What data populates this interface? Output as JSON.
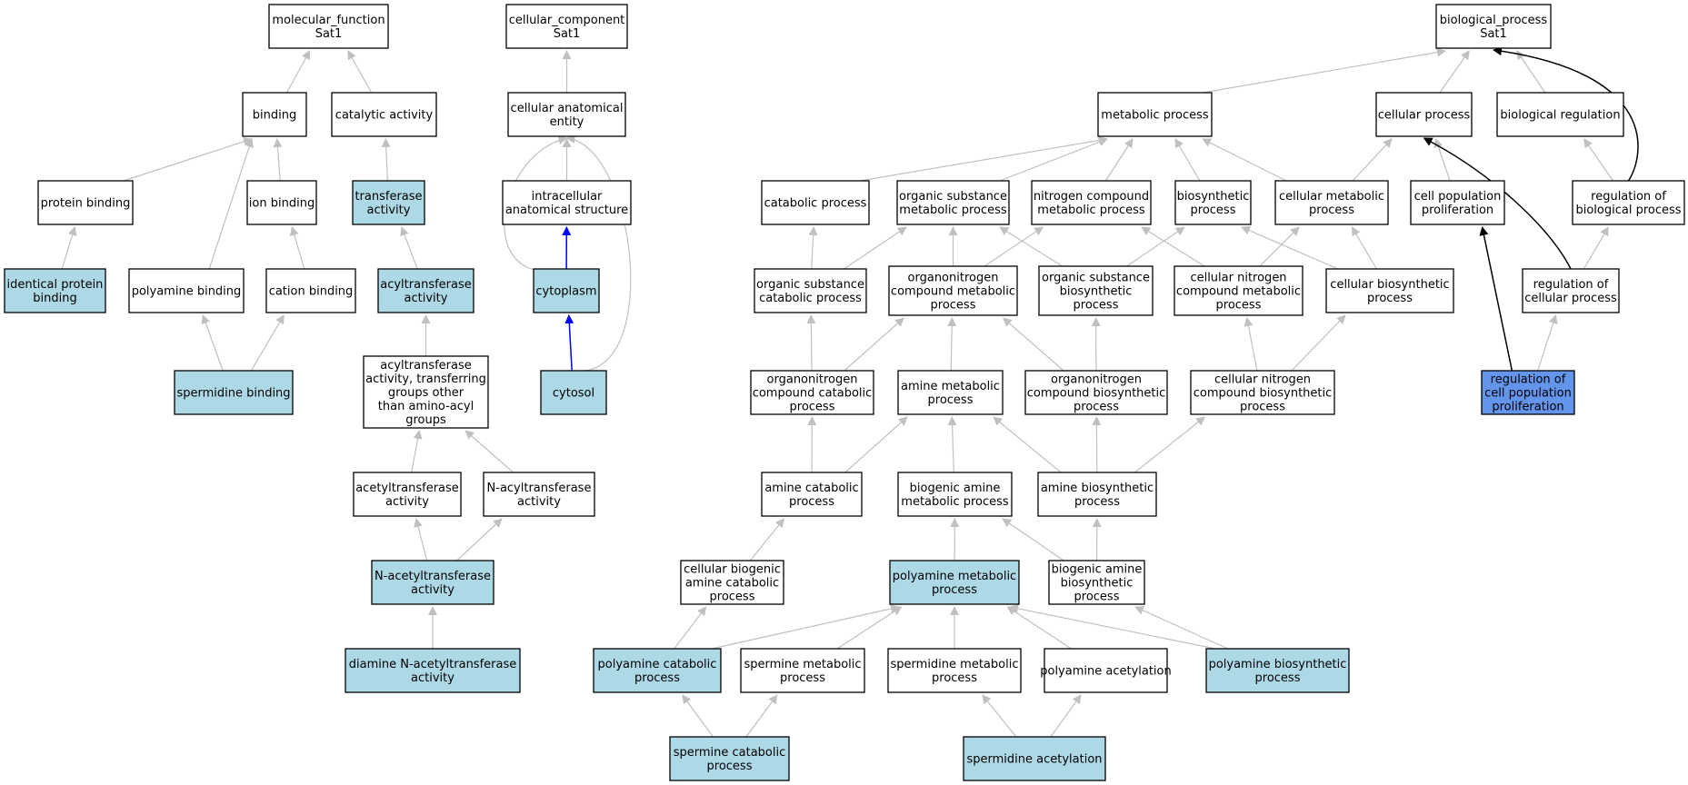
{
  "colors": {
    "plain_fill": "#ffffff",
    "annotated_fill": "#add8e6",
    "highlight_fill": "#6495ed",
    "gray_edge": "#c0c0c0",
    "blue_edge": "#0000ff",
    "black_edge": "#000000"
  },
  "nodes": [
    {
      "id": "mf",
      "lines": [
        "molecular_function",
        "Sat1"
      ],
      "style": "plain"
    },
    {
      "id": "binding",
      "lines": [
        "binding"
      ],
      "style": "plain"
    },
    {
      "id": "catalytic",
      "lines": [
        "catalytic activity"
      ],
      "style": "plain"
    },
    {
      "id": "protein_binding",
      "lines": [
        "protein binding"
      ],
      "style": "plain"
    },
    {
      "id": "ion_binding",
      "lines": [
        "ion binding"
      ],
      "style": "plain"
    },
    {
      "id": "transferase",
      "lines": [
        "transferase",
        "activity"
      ],
      "style": "annotated"
    },
    {
      "id": "identical_protein",
      "lines": [
        "identical protein",
        "binding"
      ],
      "style": "annotated"
    },
    {
      "id": "polyamine_binding",
      "lines": [
        "polyamine binding"
      ],
      "style": "plain"
    },
    {
      "id": "cation_binding",
      "lines": [
        "cation binding"
      ],
      "style": "plain"
    },
    {
      "id": "acyltransferase",
      "lines": [
        "acyltransferase",
        "activity"
      ],
      "style": "annotated"
    },
    {
      "id": "spermidine_binding",
      "lines": [
        "spermidine binding"
      ],
      "style": "annotated"
    },
    {
      "id": "acyl_other",
      "lines": [
        "acyltransferase",
        "activity, transferring",
        "groups other",
        "than amino-acyl",
        "groups"
      ],
      "style": "plain"
    },
    {
      "id": "acetyltransferase",
      "lines": [
        "acetyltransferase",
        "activity"
      ],
      "style": "plain"
    },
    {
      "id": "n_acyltransferase",
      "lines": [
        "N-acyltransferase",
        "activity"
      ],
      "style": "plain"
    },
    {
      "id": "n_acetyltransferase",
      "lines": [
        "N-acetyltransferase",
        "activity"
      ],
      "style": "annotated"
    },
    {
      "id": "diamine",
      "lines": [
        "diamine N-acetyltransferase",
        "activity"
      ],
      "style": "annotated"
    },
    {
      "id": "cc",
      "lines": [
        "cellular_component",
        "Sat1"
      ],
      "style": "plain"
    },
    {
      "id": "cell_anat",
      "lines": [
        "cellular anatomical",
        "entity"
      ],
      "style": "plain"
    },
    {
      "id": "intracellular",
      "lines": [
        "intracellular",
        "anatomical structure"
      ],
      "style": "plain"
    },
    {
      "id": "cytoplasm",
      "lines": [
        "cytoplasm"
      ],
      "style": "annotated"
    },
    {
      "id": "cytosol",
      "lines": [
        "cytosol"
      ],
      "style": "annotated"
    },
    {
      "id": "bp",
      "lines": [
        "biological_process",
        "Sat1"
      ],
      "style": "plain"
    },
    {
      "id": "metabolic",
      "lines": [
        "metabolic process"
      ],
      "style": "plain"
    },
    {
      "id": "cellular_process",
      "lines": [
        "cellular process"
      ],
      "style": "plain"
    },
    {
      "id": "bio_reg",
      "lines": [
        "biological regulation"
      ],
      "style": "plain"
    },
    {
      "id": "catabolic",
      "lines": [
        "catabolic process"
      ],
      "style": "plain"
    },
    {
      "id": "org_sub_met",
      "lines": [
        "organic substance",
        "metabolic process"
      ],
      "style": "plain"
    },
    {
      "id": "nitrogen_comp",
      "lines": [
        "nitrogen compound",
        "metabolic process"
      ],
      "style": "plain"
    },
    {
      "id": "biosynthetic",
      "lines": [
        "biosynthetic",
        "process"
      ],
      "style": "plain"
    },
    {
      "id": "cell_met",
      "lines": [
        "cellular metabolic",
        "process"
      ],
      "style": "plain"
    },
    {
      "id": "cell_pop",
      "lines": [
        "cell population",
        "proliferation"
      ],
      "style": "plain"
    },
    {
      "id": "reg_bio",
      "lines": [
        "regulation of",
        "biological process"
      ],
      "style": "plain"
    },
    {
      "id": "org_sub_cat",
      "lines": [
        "organic substance",
        "catabolic process"
      ],
      "style": "plain"
    },
    {
      "id": "organonitrogen",
      "lines": [
        "organonitrogen",
        "compound metabolic",
        "process"
      ],
      "style": "plain"
    },
    {
      "id": "org_sub_bios",
      "lines": [
        "organic substance",
        "biosynthetic",
        "process"
      ],
      "style": "plain"
    },
    {
      "id": "cell_nitrogen",
      "lines": [
        "cellular nitrogen",
        "compound metabolic",
        "process"
      ],
      "style": "plain"
    },
    {
      "id": "cell_bios",
      "lines": [
        "cellular biosynthetic",
        "process"
      ],
      "style": "plain"
    },
    {
      "id": "reg_cell",
      "lines": [
        "regulation of",
        "cellular process"
      ],
      "style": "plain"
    },
    {
      "id": "orgn_cat",
      "lines": [
        "organonitrogen",
        "compound catabolic",
        "process"
      ],
      "style": "plain"
    },
    {
      "id": "amine_met",
      "lines": [
        "amine metabolic",
        "process"
      ],
      "style": "plain"
    },
    {
      "id": "orgn_bios",
      "lines": [
        "organonitrogen",
        "compound biosynthetic",
        "process"
      ],
      "style": "plain"
    },
    {
      "id": "cell_n_bios",
      "lines": [
        "cellular nitrogen",
        "compound biosynthetic",
        "process"
      ],
      "style": "plain"
    },
    {
      "id": "reg_cell_pop",
      "lines": [
        "regulation of",
        "cell population",
        "proliferation"
      ],
      "style": "highlight"
    },
    {
      "id": "amine_cat",
      "lines": [
        "amine catabolic",
        "process"
      ],
      "style": "plain"
    },
    {
      "id": "biogenic_met",
      "lines": [
        "biogenic amine",
        "metabolic process"
      ],
      "style": "plain"
    },
    {
      "id": "amine_bios",
      "lines": [
        "amine biosynthetic",
        "process"
      ],
      "style": "plain"
    },
    {
      "id": "cell_biogenic_cat",
      "lines": [
        "cellular biogenic",
        "amine catabolic",
        "process"
      ],
      "style": "plain"
    },
    {
      "id": "polyamine_met",
      "lines": [
        "polyamine metabolic",
        "process"
      ],
      "style": "annotated"
    },
    {
      "id": "biogenic_bios",
      "lines": [
        "biogenic amine",
        "biosynthetic",
        "process"
      ],
      "style": "plain"
    },
    {
      "id": "polyamine_cat",
      "lines": [
        "polyamine catabolic",
        "process"
      ],
      "style": "annotated"
    },
    {
      "id": "spermine_met",
      "lines": [
        "spermine metabolic",
        "process"
      ],
      "style": "plain"
    },
    {
      "id": "spermidine_met",
      "lines": [
        "spermidine metabolic",
        "process"
      ],
      "style": "plain"
    },
    {
      "id": "polyamine_acet",
      "lines": [
        "polyamine acetylation"
      ],
      "style": "plain"
    },
    {
      "id": "polyamine_bios",
      "lines": [
        "polyamine biosynthetic",
        "process"
      ],
      "style": "annotated"
    },
    {
      "id": "spermine_cat",
      "lines": [
        "spermine catabolic",
        "process"
      ],
      "style": "annotated"
    },
    {
      "id": "spermidine_acet",
      "lines": [
        "spermidine acetylation"
      ],
      "style": "annotated"
    }
  ],
  "edges": [
    {
      "from": "binding",
      "to": "mf",
      "style": "gray"
    },
    {
      "from": "catalytic",
      "to": "mf",
      "style": "gray"
    },
    {
      "from": "protein_binding",
      "to": "binding",
      "style": "gray"
    },
    {
      "from": "ion_binding",
      "to": "binding",
      "style": "gray"
    },
    {
      "from": "polyamine_binding",
      "to": "binding",
      "style": "gray"
    },
    {
      "from": "transferase",
      "to": "catalytic",
      "style": "gray"
    },
    {
      "from": "identical_protein",
      "to": "protein_binding",
      "style": "gray"
    },
    {
      "from": "cation_binding",
      "to": "ion_binding",
      "style": "gray"
    },
    {
      "from": "acyltransferase",
      "to": "transferase",
      "style": "gray"
    },
    {
      "from": "spermidine_binding",
      "to": "polyamine_binding",
      "style": "gray"
    },
    {
      "from": "spermidine_binding",
      "to": "cation_binding",
      "style": "gray"
    },
    {
      "from": "acyl_other",
      "to": "acyltransferase",
      "style": "gray"
    },
    {
      "from": "acetyltransferase",
      "to": "acyl_other",
      "style": "gray"
    },
    {
      "from": "n_acyltransferase",
      "to": "acyl_other",
      "style": "gray"
    },
    {
      "from": "n_acetyltransferase",
      "to": "acetyltransferase",
      "style": "gray"
    },
    {
      "from": "n_acetyltransferase",
      "to": "n_acyltransferase",
      "style": "gray"
    },
    {
      "from": "diamine",
      "to": "n_acetyltransferase",
      "style": "gray"
    },
    {
      "from": "cell_anat",
      "to": "cc",
      "style": "gray"
    },
    {
      "from": "intracellular",
      "to": "cell_anat",
      "style": "gray"
    },
    {
      "from": "cytoplasm",
      "to": "cell_anat",
      "style": "gray"
    },
    {
      "from": "cytosol",
      "to": "cell_anat",
      "style": "gray"
    },
    {
      "from": "cytoplasm",
      "to": "intracellular",
      "style": "blue"
    },
    {
      "from": "cytosol",
      "to": "cytoplasm",
      "style": "blue"
    },
    {
      "from": "metabolic",
      "to": "bp",
      "style": "gray"
    },
    {
      "from": "cellular_process",
      "to": "bp",
      "style": "gray"
    },
    {
      "from": "bio_reg",
      "to": "bp",
      "style": "gray"
    },
    {
      "from": "reg_bio",
      "to": "bp",
      "style": "black"
    },
    {
      "from": "catabolic",
      "to": "metabolic",
      "style": "gray"
    },
    {
      "from": "org_sub_met",
      "to": "metabolic",
      "style": "gray"
    },
    {
      "from": "nitrogen_comp",
      "to": "metabolic",
      "style": "gray"
    },
    {
      "from": "biosynthetic",
      "to": "metabolic",
      "style": "gray"
    },
    {
      "from": "cell_met",
      "to": "metabolic",
      "style": "gray"
    },
    {
      "from": "cell_met",
      "to": "cellular_process",
      "style": "gray"
    },
    {
      "from": "cell_pop",
      "to": "cellular_process",
      "style": "gray"
    },
    {
      "from": "reg_cell",
      "to": "cellular_process",
      "style": "black"
    },
    {
      "from": "reg_bio",
      "to": "bio_reg",
      "style": "gray"
    },
    {
      "from": "org_sub_cat",
      "to": "catabolic",
      "style": "gray"
    },
    {
      "from": "org_sub_cat",
      "to": "org_sub_met",
      "style": "gray"
    },
    {
      "from": "organonitrogen",
      "to": "org_sub_met",
      "style": "gray"
    },
    {
      "from": "organonitrogen",
      "to": "nitrogen_comp",
      "style": "gray"
    },
    {
      "from": "org_sub_bios",
      "to": "org_sub_met",
      "style": "gray"
    },
    {
      "from": "org_sub_bios",
      "to": "biosynthetic",
      "style": "gray"
    },
    {
      "from": "cell_nitrogen",
      "to": "nitrogen_comp",
      "style": "gray"
    },
    {
      "from": "cell_nitrogen",
      "to": "cell_met",
      "style": "gray"
    },
    {
      "from": "cell_bios",
      "to": "biosynthetic",
      "style": "gray"
    },
    {
      "from": "cell_bios",
      "to": "cell_met",
      "style": "gray"
    },
    {
      "from": "reg_cell",
      "to": "reg_bio",
      "style": "gray"
    },
    {
      "from": "orgn_cat",
      "to": "org_sub_cat",
      "style": "gray"
    },
    {
      "from": "orgn_cat",
      "to": "organonitrogen",
      "style": "gray"
    },
    {
      "from": "amine_met",
      "to": "organonitrogen",
      "style": "gray"
    },
    {
      "from": "orgn_bios",
      "to": "organonitrogen",
      "style": "gray"
    },
    {
      "from": "orgn_bios",
      "to": "org_sub_bios",
      "style": "gray"
    },
    {
      "from": "cell_n_bios",
      "to": "cell_nitrogen",
      "style": "gray"
    },
    {
      "from": "cell_n_bios",
      "to": "cell_bios",
      "style": "gray"
    },
    {
      "from": "reg_cell_pop",
      "to": "cell_pop",
      "style": "black"
    },
    {
      "from": "reg_cell_pop",
      "to": "reg_cell",
      "style": "gray"
    },
    {
      "from": "amine_cat",
      "to": "orgn_cat",
      "style": "gray"
    },
    {
      "from": "amine_cat",
      "to": "amine_met",
      "style": "gray"
    },
    {
      "from": "biogenic_met",
      "to": "amine_met",
      "style": "gray"
    },
    {
      "from": "amine_bios",
      "to": "amine_met",
      "style": "gray"
    },
    {
      "from": "amine_bios",
      "to": "orgn_bios",
      "style": "gray"
    },
    {
      "from": "amine_bios",
      "to": "cell_n_bios",
      "style": "gray"
    },
    {
      "from": "cell_biogenic_cat",
      "to": "amine_cat",
      "style": "gray"
    },
    {
      "from": "polyamine_met",
      "to": "biogenic_met",
      "style": "gray"
    },
    {
      "from": "biogenic_bios",
      "to": "biogenic_met",
      "style": "gray"
    },
    {
      "from": "biogenic_bios",
      "to": "amine_bios",
      "style": "gray"
    },
    {
      "from": "polyamine_cat",
      "to": "cell_biogenic_cat",
      "style": "gray"
    },
    {
      "from": "polyamine_cat",
      "to": "polyamine_met",
      "style": "gray"
    },
    {
      "from": "spermine_met",
      "to": "polyamine_met",
      "style": "gray"
    },
    {
      "from": "spermidine_met",
      "to": "polyamine_met",
      "style": "gray"
    },
    {
      "from": "polyamine_acet",
      "to": "polyamine_met",
      "style": "gray"
    },
    {
      "from": "polyamine_bios",
      "to": "polyamine_met",
      "style": "gray"
    },
    {
      "from": "polyamine_bios",
      "to": "biogenic_bios",
      "style": "gray"
    },
    {
      "from": "spermine_cat",
      "to": "polyamine_cat",
      "style": "gray"
    },
    {
      "from": "spermine_cat",
      "to": "spermine_met",
      "style": "gray"
    },
    {
      "from": "spermidine_acet",
      "to": "spermidine_met",
      "style": "gray"
    },
    {
      "from": "spermidine_acet",
      "to": "polyamine_acet",
      "style": "gray"
    }
  ]
}
